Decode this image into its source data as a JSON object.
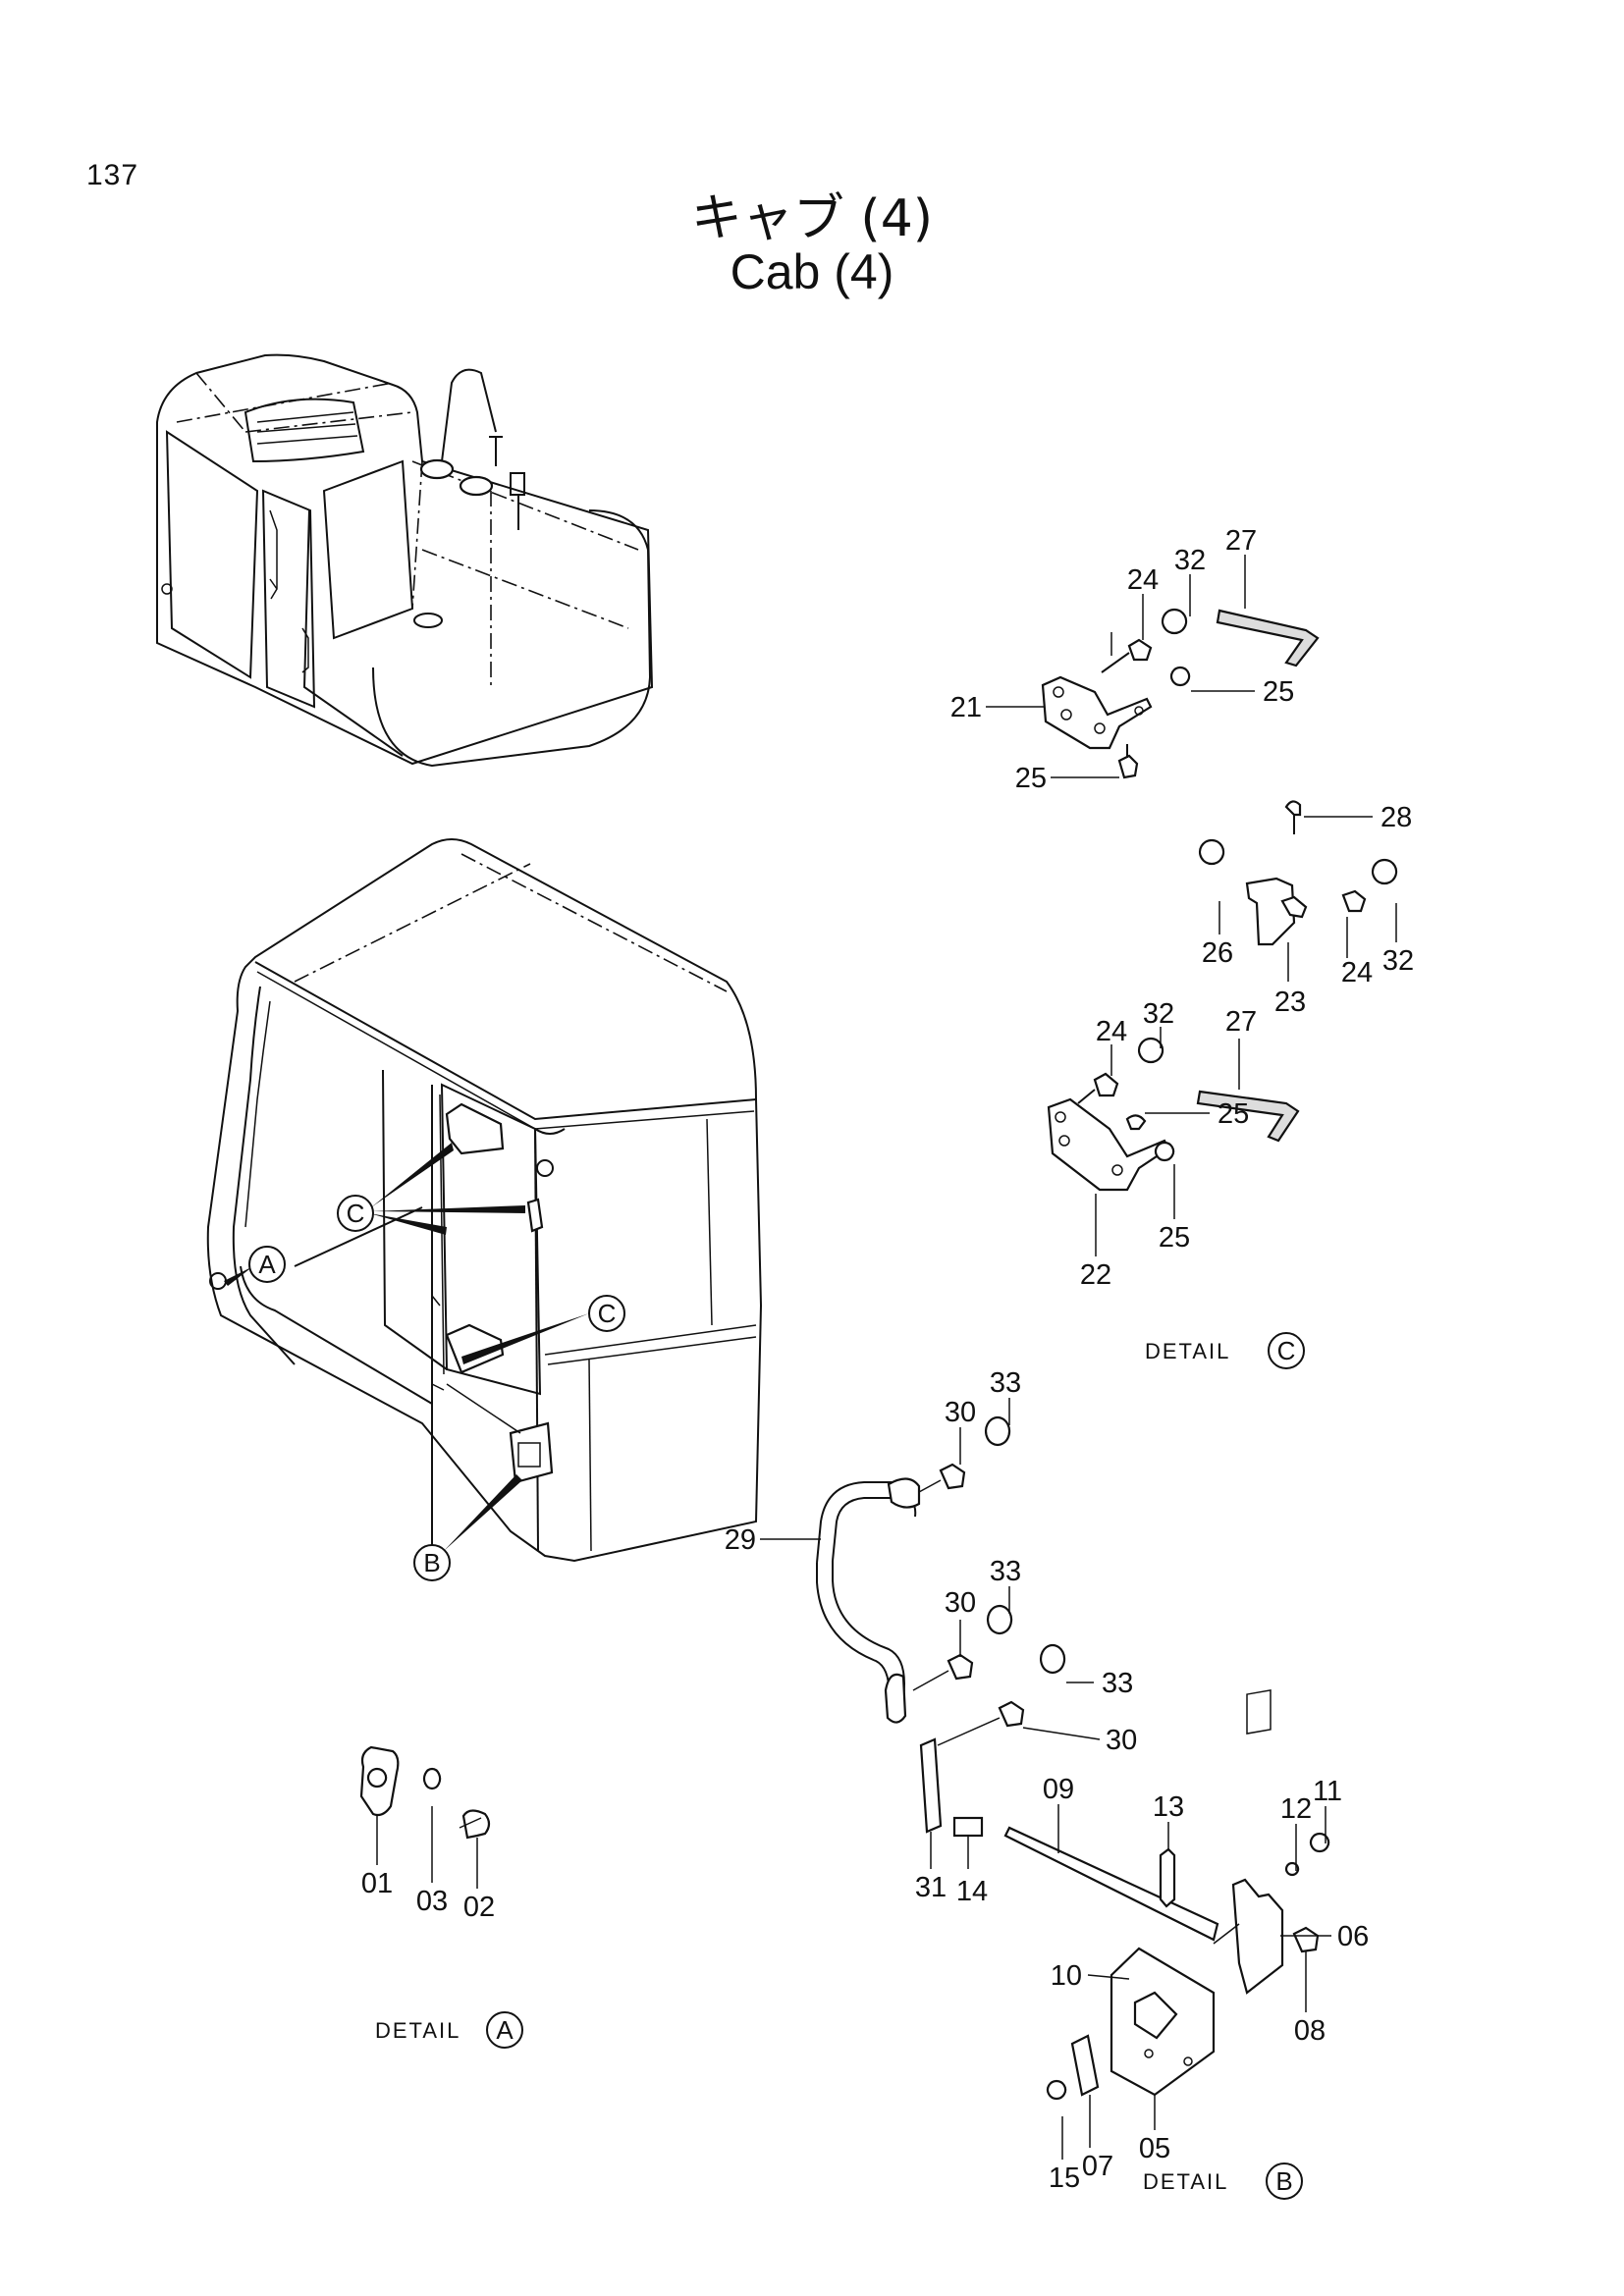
{
  "page": {
    "number": "137",
    "title_jp": "キャブ (4)",
    "title_en": "Cab (4)"
  },
  "detail_labels": {
    "word": "DETAIL",
    "a": "A",
    "b": "B",
    "c": "C"
  },
  "callouts": {
    "a": "A",
    "b": "B",
    "c1": "C",
    "c2": "C"
  },
  "part_numbers": {
    "p01": "01",
    "p02": "02",
    "p03": "03",
    "p05": "05",
    "p06": "06",
    "p07": "07",
    "p08": "08",
    "p09": "09",
    "p10": "10",
    "p11": "11",
    "p12": "12",
    "p13": "13",
    "p14": "14",
    "p15": "15",
    "p21": "21",
    "p22": "22",
    "p23": "23",
    "p24a": "24",
    "p24b": "24",
    "p24c": "24",
    "p25a": "25",
    "p25b": "25",
    "p25c": "25",
    "p25d": "25",
    "p26": "26",
    "p27a": "27",
    "p27b": "27",
    "p28": "28",
    "p29": "29",
    "p30a": "30",
    "p30b": "30",
    "p30c": "30",
    "p31": "31",
    "p32a": "32",
    "p32b": "32",
    "p32c": "32",
    "p33a": "33",
    "p33b": "33",
    "p33c": "33"
  }
}
